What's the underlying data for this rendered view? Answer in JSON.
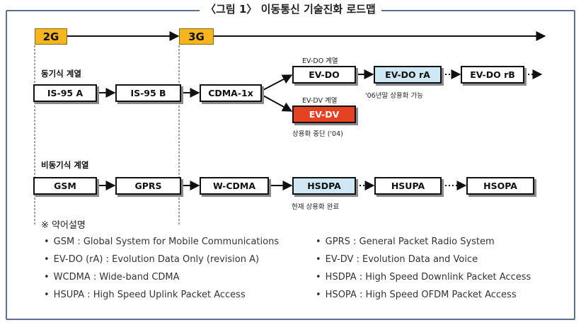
{
  "title": "〈그림 1〉 이동통신 기술진화 로드맵",
  "generations": [
    "2G",
    "3G"
  ],
  "sync_series": {
    "label": "동기식 계열",
    "nodes": [
      "IS-95 A",
      "IS-95 B",
      "CDMA-1x",
      "EV-DO",
      "EV-DO rA",
      "EV-DO rB",
      "EV-DV"
    ],
    "ev_do_label": "EV-DO 계열",
    "ev_dv_label": "EV-DV 계열",
    "ev_do_ra_note": "'06년말 상용화 가능",
    "ev_dv_note": "상용화 중단 ('04)"
  },
  "async_series": {
    "label": "비동기식 계열",
    "nodes": [
      "GSM",
      "GPRS",
      "W-CDMA",
      "HSDPA",
      "HSUPA",
      "HSOPA"
    ],
    "hsdpa_note": "현재 상용화 완료"
  },
  "glossary": {
    "heading": "※ 약어설명",
    "items": [
      "GSM : Global System for Mobile Communications",
      "GPRS : General Packet Radio System",
      "EV-DO (rA) : Evolution Data Only (revision A)",
      "EV-DV : Evolution Data and Voice",
      "WCDMA : Wide-band CDMA",
      "HSDPA : High Speed Downlink Packet Access",
      "HSUPA : High Speed Uplink Packet Access",
      "HSOPA : High Speed OFDM Packet Access"
    ]
  },
  "colors": {
    "generation": "#f6b51e",
    "highlight_blue": "#cfe8f5",
    "halted_red": "#e54222",
    "frame": "#5a6f8e"
  }
}
